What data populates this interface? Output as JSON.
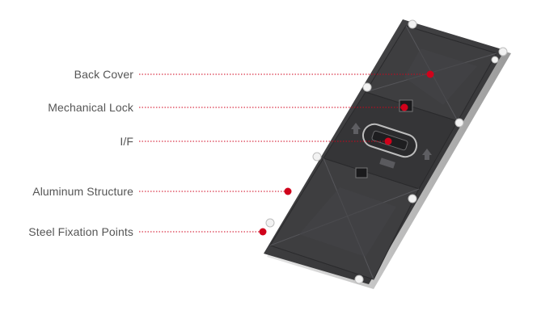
{
  "callouts": [
    {
      "id": "back-cover",
      "label": "Back Cover"
    },
    {
      "id": "mechanical-lock",
      "label": "Mechanical Lock"
    },
    {
      "id": "interface",
      "label": "I/F"
    },
    {
      "id": "aluminum-structure",
      "label": "Aluminum Structure"
    },
    {
      "id": "steel-fixation-points",
      "label": "Steel Fixation Points"
    }
  ],
  "colors": {
    "accent": "#d0021b",
    "panel": "#3a3a3c",
    "frame": "#c8c8c8",
    "label": "#555555"
  }
}
